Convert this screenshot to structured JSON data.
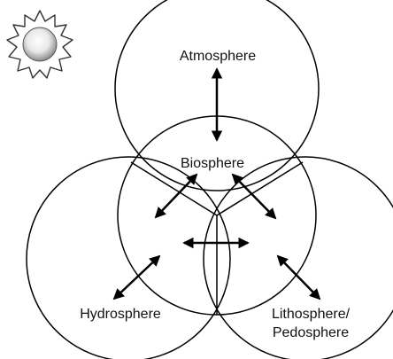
{
  "diagram": {
    "spheres": {
      "atmosphere": "Atmosphere",
      "biosphere": "Biosphere",
      "hydrosphere": "Hydrosphere",
      "lithosphere_line1": "Lithosphere/",
      "lithosphere_line2": "Pedosphere"
    },
    "icons": {
      "sun": "sun-icon"
    },
    "colors": {
      "stroke": "#000000",
      "background": "#ffffff",
      "sun_outline": "#333333"
    }
  }
}
